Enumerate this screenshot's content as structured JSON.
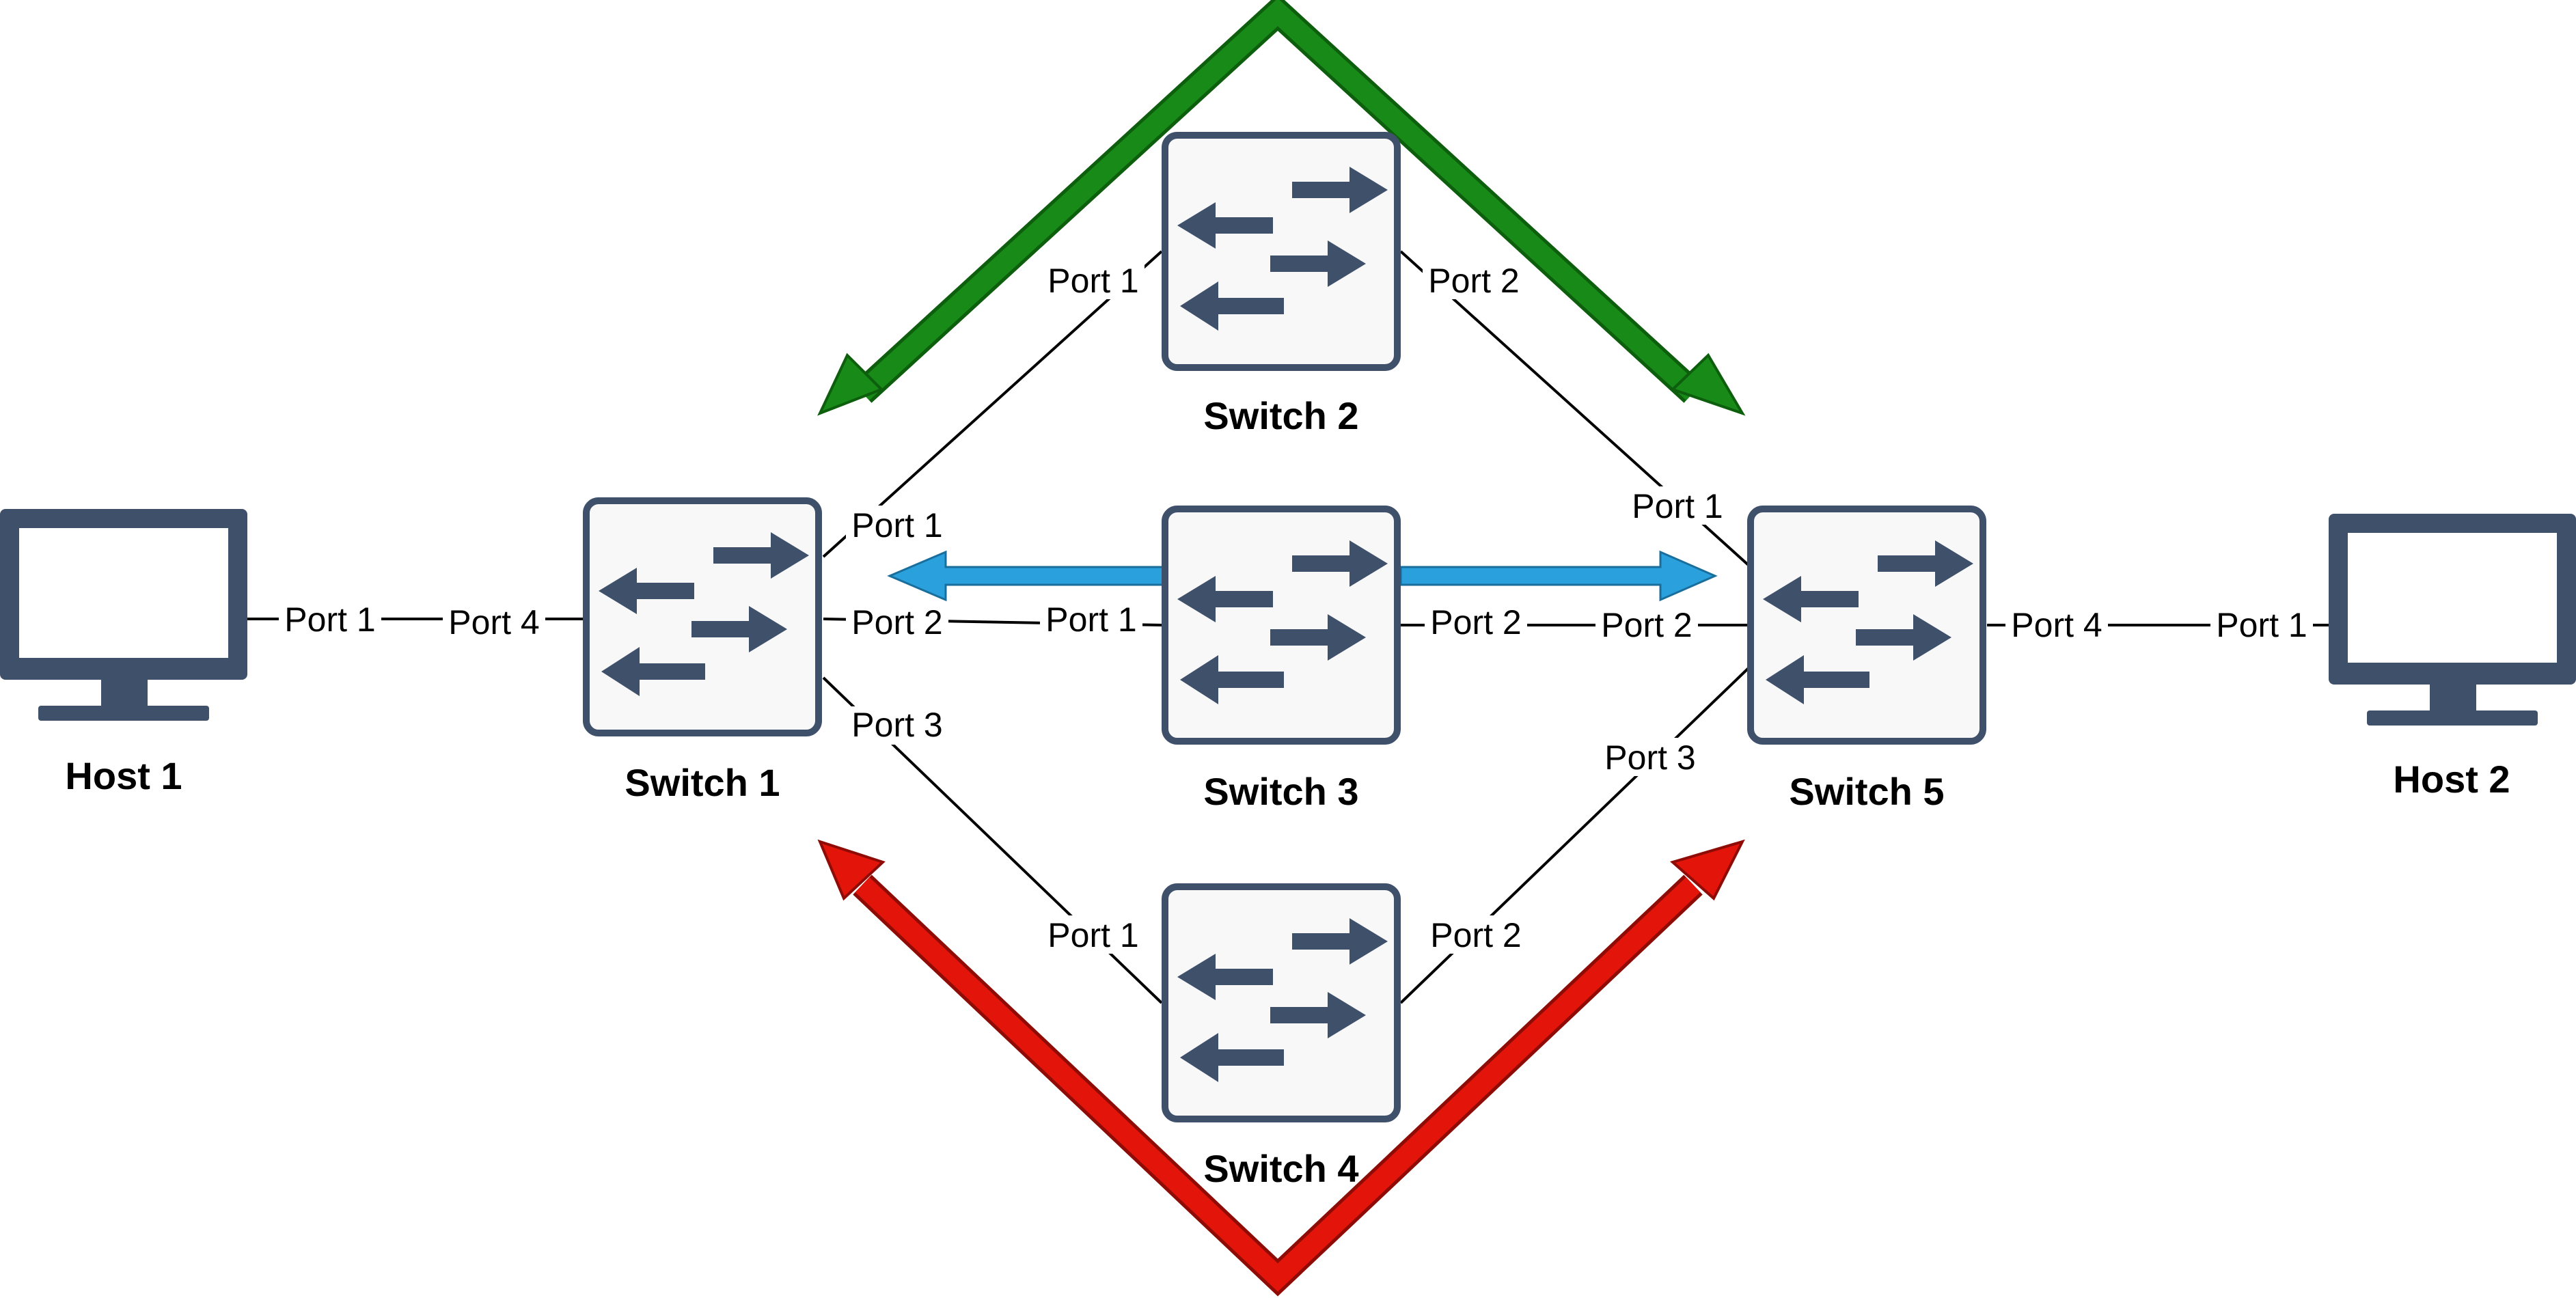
{
  "colors": {
    "device": "#3f506b",
    "device_fill": "#f8f8f8",
    "screen": "#ffffff",
    "link": "#000000",
    "path_top": "#178a17",
    "path_top_edge": "#0d5e0d",
    "path_middle": "#2aa0dc",
    "path_middle_edge": "#1a6e9c",
    "path_bottom": "#e3150b",
    "path_bottom_edge": "#8f0c06"
  },
  "icons": {
    "host": "monitor-icon",
    "switch": "switch-arrows-icon"
  },
  "nodes": {
    "host1": {
      "type": "host",
      "label": "Host 1"
    },
    "host2": {
      "type": "host",
      "label": "Host 2"
    },
    "switch1": {
      "type": "switch",
      "label": "Switch 1"
    },
    "switch2": {
      "type": "switch",
      "label": "Switch 2"
    },
    "switch3": {
      "type": "switch",
      "label": "Switch 3"
    },
    "switch4": {
      "type": "switch",
      "label": "Switch 4"
    },
    "switch5": {
      "type": "switch",
      "label": "Switch 5"
    }
  },
  "links": [
    {
      "from": "host1",
      "from_port": "Port 1",
      "to": "switch1",
      "to_port": "Port 4"
    },
    {
      "from": "switch1",
      "from_port": "Port 1",
      "to": "switch2",
      "to_port": "Port 1"
    },
    {
      "from": "switch1",
      "from_port": "Port 2",
      "to": "switch3",
      "to_port": "Port 1"
    },
    {
      "from": "switch1",
      "from_port": "Port 3",
      "to": "switch4",
      "to_port": "Port 1"
    },
    {
      "from": "switch2",
      "from_port": "Port 2",
      "to": "switch5",
      "to_port": "Port 1"
    },
    {
      "from": "switch3",
      "from_port": "Port 2",
      "to": "switch5",
      "to_port": "Port 2"
    },
    {
      "from": "switch4",
      "from_port": "Port 2",
      "to": "switch5",
      "to_port": "Port 3"
    },
    {
      "from": "switch5",
      "from_port": "Port 4",
      "to": "host2",
      "to_port": "Port 1"
    }
  ],
  "paths": [
    {
      "name": "top",
      "via": "switch2",
      "color_key": "path_top"
    },
    {
      "name": "middle",
      "via": "switch3",
      "color_key": "path_middle"
    },
    {
      "name": "bottom",
      "via": "switch4",
      "color_key": "path_bottom"
    }
  ]
}
